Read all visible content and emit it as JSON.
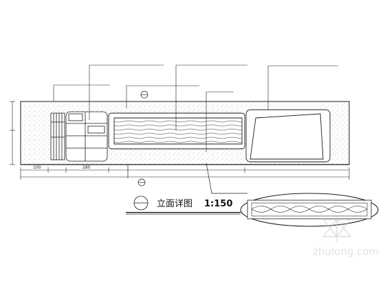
{
  "title": "立面详图",
  "scale": "1:150",
  "watermark": "zhulong.com",
  "dimensions": {
    "bottom": [
      "100",
      "280",
      "",
      "",
      "",
      ""
    ],
    "total": "",
    "left": [
      "",
      ""
    ]
  },
  "detail_label": "",
  "colors": {
    "line": "#1a1a1a",
    "stipple": "#7a7a7a",
    "watermark": "#cfcfcf"
  }
}
